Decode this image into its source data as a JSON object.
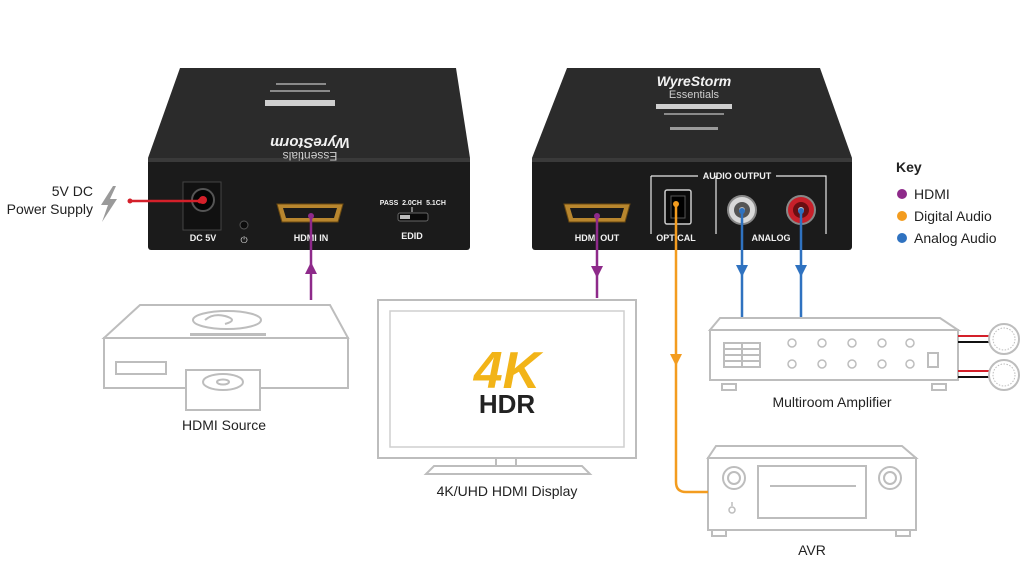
{
  "colors": {
    "hdmi": "#8e2a8a",
    "digital_audio": "#f39c1f",
    "analog_audio": "#2f72c0",
    "power": "#d4202a"
  },
  "power": {
    "label_line1": "5V DC",
    "label_line2": "Power Supply"
  },
  "converter": {
    "brand": "WyreStorm",
    "brand_sub": "Essentials",
    "ports": {
      "dc": "DC 5V",
      "hdmi_in": "HDMI IN",
      "edid": "EDID",
      "pass": "PASS",
      "ch20": "2.0CH",
      "ch51": "5.1CH"
    },
    "ports_out": {
      "hdmi_out": "HDMI OUT",
      "optical": "OPTICAL",
      "analog": "ANALOG",
      "audio_output": "AUDIO OUTPUT"
    }
  },
  "key": {
    "title": "Key",
    "items": [
      {
        "label": "HDMI",
        "color": "#8e2a8a"
      },
      {
        "label": "Digital Audio",
        "color": "#f39c1f"
      },
      {
        "label": "Analog Audio",
        "color": "#2f72c0"
      }
    ]
  },
  "devices": {
    "source": "HDMI Source",
    "display": "4K/UHD HDMI Display",
    "amplifier": "Multiroom Amplifier",
    "avr": "AVR",
    "logo_4k": "4K",
    "logo_hdr": "HDR"
  }
}
